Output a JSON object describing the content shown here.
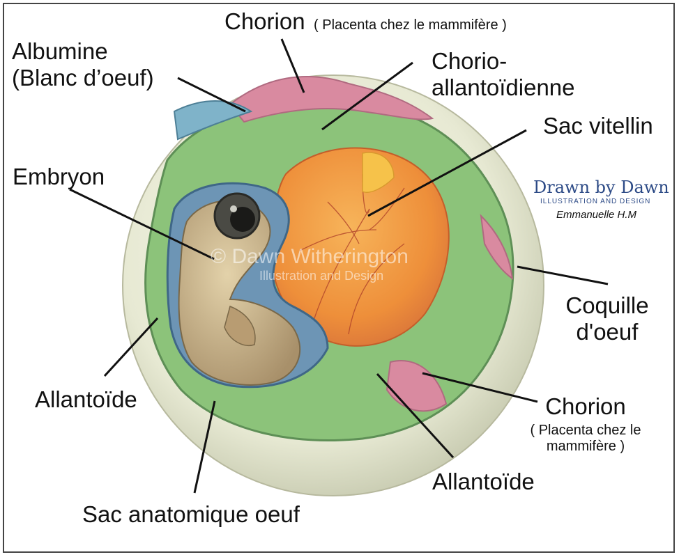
{
  "labels": {
    "chorion_top": "Chorion",
    "chorion_top_note": "( Placenta chez le mammifère )",
    "albumine_line1": "Albumine",
    "albumine_line2": "(Blanc d’oeuf)",
    "chorio_line1": "Chorio-",
    "chorio_line2": "allantoïdienne",
    "sac_vitellin": "Sac vitellin",
    "embryon": "Embryon",
    "coquille_line1": "Coquille",
    "coquille_line2": "d'oeuf",
    "allantoide_left": "Allantoïde",
    "chorion_bottom": "Chorion",
    "chorion_bottom_note1": "( Placenta chez le",
    "chorion_bottom_note2": "mammifère )",
    "allantoide_bottom": "Allantoïde",
    "sac_anatomique": "Sac anatomique oeuf"
  },
  "credit": {
    "brand": "Drawn by Dawn",
    "subtitle": "ILLUSTRATION AND DESIGN",
    "author": "Emmanuelle H.M"
  },
  "watermark": {
    "line1": "© Dawn Witherington",
    "line2": "Illustration and Design"
  },
  "colors": {
    "shell": "#e8ead5",
    "yolk": "#f29a3e",
    "amnion_green": "#8cc37a",
    "chorion_pink": "#d98aa0",
    "embryo": "#c9b48a",
    "amnion_blue": "#6d95b5"
  }
}
